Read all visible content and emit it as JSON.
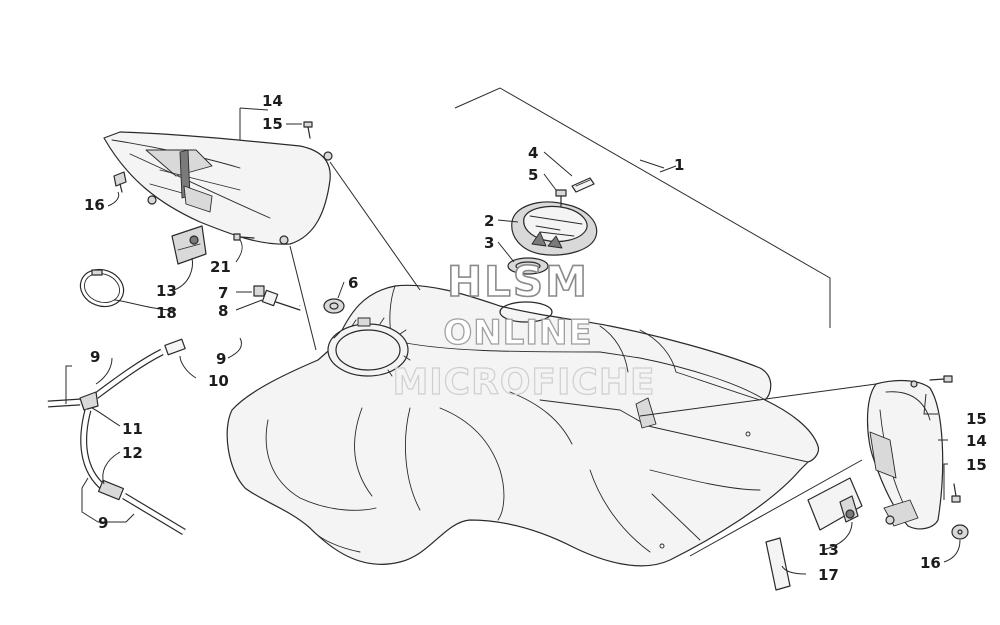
{
  "watermark": {
    "line1": "HLSM",
    "line2": "ONLINE",
    "line3": "MICROFICHE"
  },
  "callouts": [
    {
      "id": "c1",
      "label": "1"
    },
    {
      "id": "c2",
      "label": "2"
    },
    {
      "id": "c3",
      "label": "3"
    },
    {
      "id": "c4",
      "label": "4"
    },
    {
      "id": "c5",
      "label": "5"
    },
    {
      "id": "c6",
      "label": "6"
    },
    {
      "id": "c7",
      "label": "7"
    },
    {
      "id": "c8",
      "label": "8"
    },
    {
      "id": "c9a",
      "label": "9"
    },
    {
      "id": "c9b",
      "label": "9"
    },
    {
      "id": "c9c",
      "label": "9"
    },
    {
      "id": "c10",
      "label": "10"
    },
    {
      "id": "c11",
      "label": "11"
    },
    {
      "id": "c12",
      "label": "12"
    },
    {
      "id": "c13a",
      "label": "13"
    },
    {
      "id": "c13b",
      "label": "13"
    },
    {
      "id": "c14a",
      "label": "14"
    },
    {
      "id": "c14b",
      "label": "14"
    },
    {
      "id": "c15a",
      "label": "15"
    },
    {
      "id": "c15b",
      "label": "15"
    },
    {
      "id": "c15c",
      "label": "15"
    },
    {
      "id": "c16a",
      "label": "16"
    },
    {
      "id": "c16b",
      "label": "16"
    },
    {
      "id": "c17",
      "label": "17"
    },
    {
      "id": "c18",
      "label": "18"
    },
    {
      "id": "c21",
      "label": "21"
    }
  ]
}
